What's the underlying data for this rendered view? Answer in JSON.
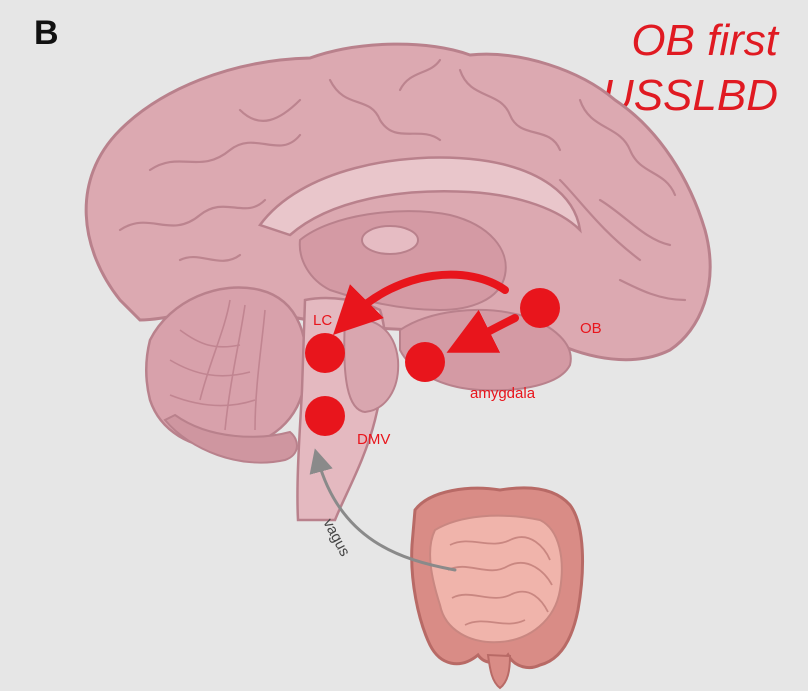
{
  "panel_label": "B",
  "title": {
    "line1": "OB first",
    "line2": "USSLBD"
  },
  "regions": {
    "lc": "LC",
    "ob": "OB",
    "amygdala": "amygdala",
    "dmv": "DMV",
    "vagus": "vagus"
  },
  "colors": {
    "background": "#e6e6e6",
    "brain": "#dca9b1",
    "brain_dark": "#b9818c",
    "highlight": "#e8151c",
    "title": "#e01a22",
    "gut": "#e9a39c",
    "vagus_arrow": "#8a8a8a"
  }
}
